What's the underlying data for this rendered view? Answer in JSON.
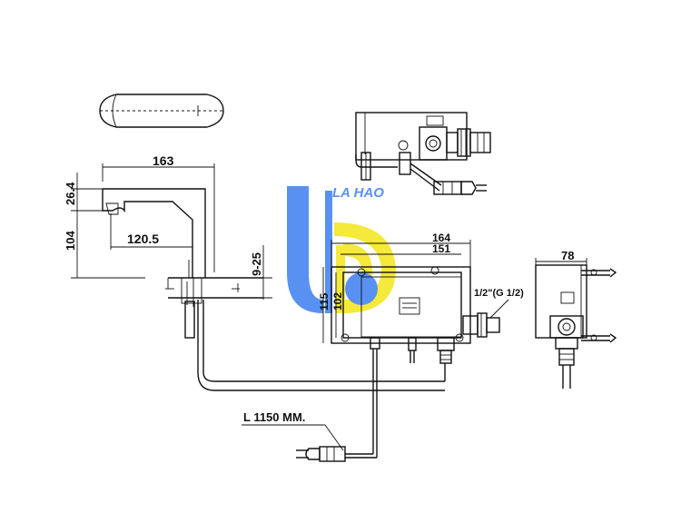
{
  "dimensions": {
    "width_total": "163",
    "spout_height": "26.4",
    "body_height": "104",
    "reach": "120.5",
    "deck_thickness": "9-25",
    "box_width_outer": "164",
    "box_width_inner": "151",
    "box_height_outer": "115",
    "box_height_inner": "102",
    "box_depth": "78",
    "inlet_thread": "1/2\"(G 1/2)"
  },
  "cable_length": "L 1150 MM.",
  "watermark": {
    "text": "LA HAO",
    "colors": {
      "blue": "#3d7ef0",
      "yellow": "#f4e61a"
    }
  }
}
